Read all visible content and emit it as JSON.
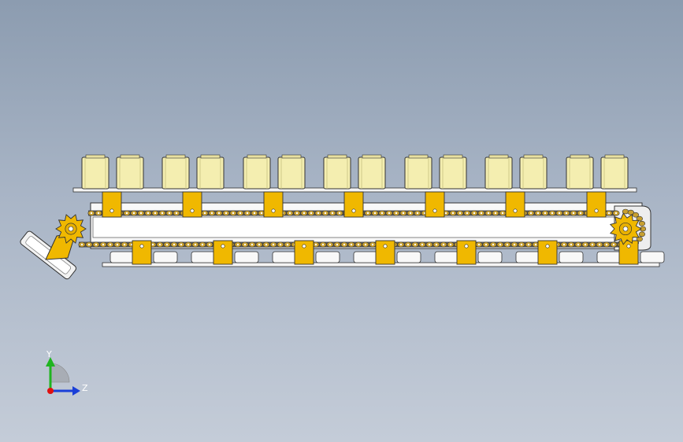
{
  "viewport": {
    "background_top": "#8c9cb0",
    "background_bottom": "#c4ccd8"
  },
  "model": {
    "roller_count": 14,
    "upper_bracket_count": 7,
    "lower_bracket_count": 7,
    "colors": {
      "roller": "#f4eeb0",
      "bracket": "#f0b800",
      "sprocket": "#f0b800",
      "plate": "#f4f4f4",
      "chain": "#c8a030",
      "outline": "#333333"
    }
  },
  "triad": {
    "y_label": "Y",
    "z_label": "Z",
    "colors": {
      "y": "#1fb41f",
      "z": "#1a3fd8",
      "x": "#e01010"
    }
  }
}
